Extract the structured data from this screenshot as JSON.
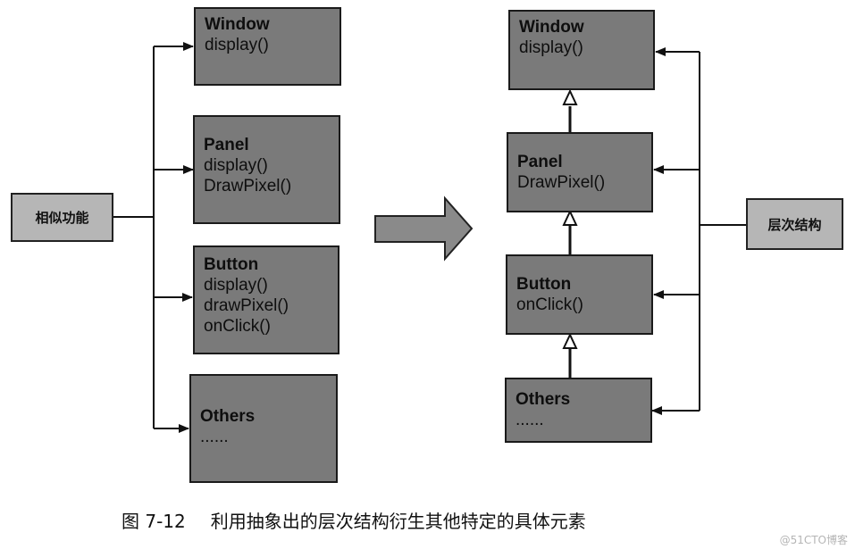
{
  "left": {
    "tag": "相似功能",
    "boxes": [
      {
        "title": "Window",
        "methods": [
          "display()"
        ]
      },
      {
        "title": "Panel",
        "methods": [
          "display()",
          "DrawPixel()"
        ]
      },
      {
        "title": "Button",
        "methods": [
          "display()",
          "drawPixel()",
          "onClick()"
        ]
      },
      {
        "title": "Others",
        "methods": [
          "......"
        ]
      }
    ]
  },
  "right": {
    "tag": "层次结构",
    "boxes": [
      {
        "title": "Window",
        "methods": [
          "display()"
        ]
      },
      {
        "title": "Panel",
        "methods": [
          "DrawPixel()"
        ]
      },
      {
        "title": "Button",
        "methods": [
          "onClick()"
        ]
      },
      {
        "title": "Others",
        "methods": [
          "......"
        ]
      }
    ]
  },
  "caption": {
    "number": "图 7-12",
    "text": "利用抽象出的层次结构衍生其他特定的具体元素"
  },
  "watermark": "@51CTO博客",
  "colors": {
    "box_fill": "#7a7a7a",
    "tag_fill": "#b6b6b6",
    "line": "#111111"
  }
}
